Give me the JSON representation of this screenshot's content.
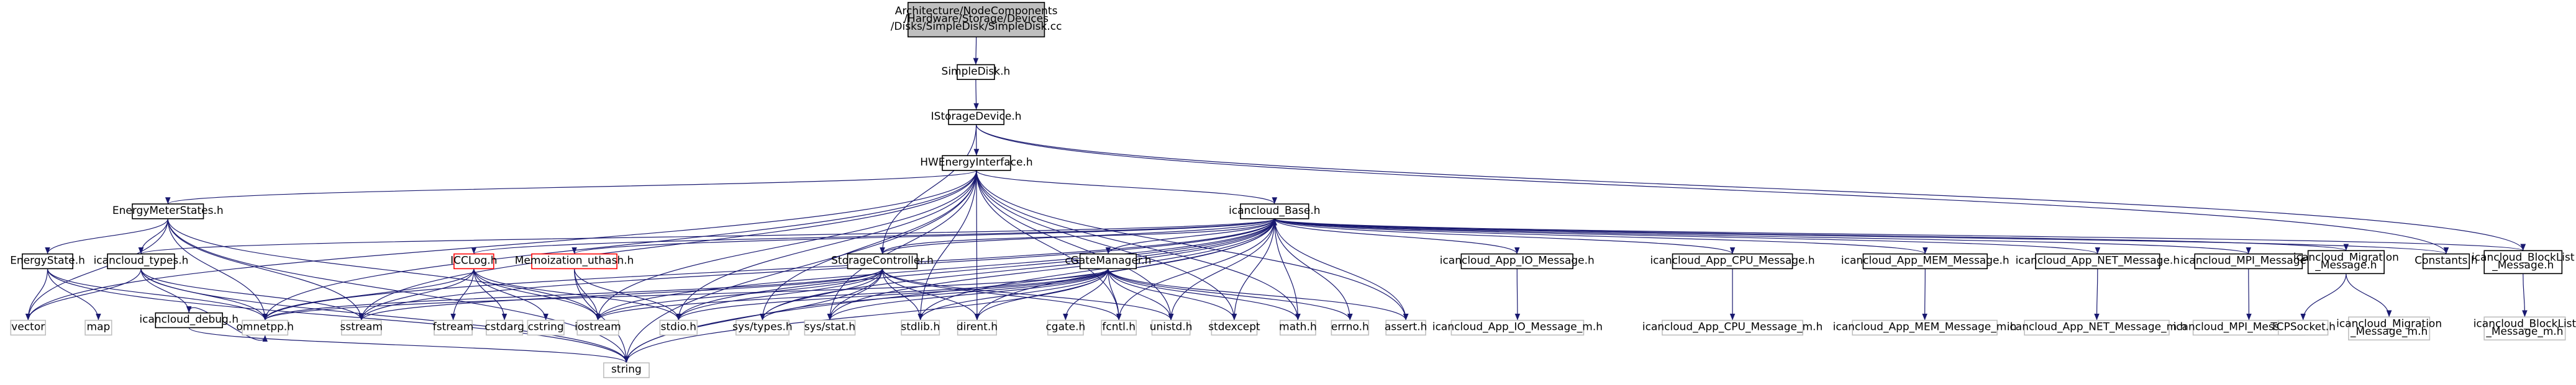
{
  "colors": {
    "edge": "#191970",
    "root_fill": "#bfbfbf",
    "node_border": "#000000",
    "system_border": "#bfbfbf",
    "missing_border": "#ff0000",
    "node_fill": "#ffffff"
  },
  "nodes": [
    {
      "id": "root",
      "label": "Architecture/NodeComponents\n/Hardware/Storage/Devices\n/Disks/SimpleDisk/SimpleDisk.cc",
      "kind": "root"
    },
    {
      "id": "simpledisk",
      "label": "SimpleDisk.h",
      "kind": "doc"
    },
    {
      "id": "istorage",
      "label": "IStorageDevice.h",
      "kind": "doc"
    },
    {
      "id": "hwenergy",
      "label": "HWEnergyInterface.h",
      "kind": "doc"
    },
    {
      "id": "energymeter",
      "label": "EnergyMeterStates.h",
      "kind": "doc"
    },
    {
      "id": "icbase",
      "label": "icancloud_Base.h",
      "kind": "doc"
    },
    {
      "id": "energystate",
      "label": "EnergyState.h",
      "kind": "doc"
    },
    {
      "id": "ictypes",
      "label": "icancloud_types.h",
      "kind": "doc"
    },
    {
      "id": "icclog",
      "label": "ICCLog.h",
      "kind": "missing"
    },
    {
      "id": "memo",
      "label": "Memoization_uthash.h",
      "kind": "missing"
    },
    {
      "id": "storagectrl",
      "label": "StorageController.h",
      "kind": "doc"
    },
    {
      "id": "cgatemgr",
      "label": "cGateManager.h",
      "kind": "doc"
    },
    {
      "id": "icio",
      "label": "icancloud_App_IO_Message.h",
      "kind": "doc"
    },
    {
      "id": "iccpu",
      "label": "icancloud_App_CPU_Message.h",
      "kind": "doc"
    },
    {
      "id": "icmem",
      "label": "icancloud_App_MEM_Message.h",
      "kind": "doc"
    },
    {
      "id": "icnet",
      "label": "icancloud_App_NET_Message.h",
      "kind": "doc"
    },
    {
      "id": "icmpi",
      "label": "icancloud_MPI_Message.h",
      "kind": "doc"
    },
    {
      "id": "icmig",
      "label": "icancloud_Migration\n_Message.h",
      "kind": "doc"
    },
    {
      "id": "constants",
      "label": "Constants.h",
      "kind": "doc"
    },
    {
      "id": "icblock",
      "label": "icancloud_BlockList\n_Message.h",
      "kind": "doc"
    },
    {
      "id": "icdebug",
      "label": "icancloud_debug.h",
      "kind": "doc"
    },
    {
      "id": "vector",
      "label": "vector",
      "kind": "sys"
    },
    {
      "id": "map",
      "label": "map",
      "kind": "sys"
    },
    {
      "id": "omnetpp",
      "label": "omnetpp.h",
      "kind": "sys"
    },
    {
      "id": "sstream",
      "label": "sstream",
      "kind": "sys"
    },
    {
      "id": "fstream",
      "label": "fstream",
      "kind": "sys"
    },
    {
      "id": "cstdarg",
      "label": "cstdarg",
      "kind": "sys"
    },
    {
      "id": "cstring",
      "label": "cstring",
      "kind": "sys"
    },
    {
      "id": "iostream",
      "label": "iostream",
      "kind": "sys"
    },
    {
      "id": "stdioh",
      "label": "stdio.h",
      "kind": "sys"
    },
    {
      "id": "systypes",
      "label": "sys/types.h",
      "kind": "sys"
    },
    {
      "id": "sysstat",
      "label": "sys/stat.h",
      "kind": "sys"
    },
    {
      "id": "stdlibh",
      "label": "stdlib.h",
      "kind": "sys"
    },
    {
      "id": "direnth",
      "label": "dirent.h",
      "kind": "sys"
    },
    {
      "id": "cgateh",
      "label": "cgate.h",
      "kind": "sys"
    },
    {
      "id": "fcntlh",
      "label": "fcntl.h",
      "kind": "sys"
    },
    {
      "id": "unistdh",
      "label": "unistd.h",
      "kind": "sys"
    },
    {
      "id": "stdexcept",
      "label": "stdexcept",
      "kind": "sys"
    },
    {
      "id": "mathh",
      "label": "math.h",
      "kind": "sys"
    },
    {
      "id": "errnoh",
      "label": "errno.h",
      "kind": "sys"
    },
    {
      "id": "asserth",
      "label": "assert.h",
      "kind": "sys"
    },
    {
      "id": "iciom",
      "label": "icancloud_App_IO_Message_m.h",
      "kind": "sys"
    },
    {
      "id": "iccpum",
      "label": "icancloud_App_CPU_Message_m.h",
      "kind": "sys"
    },
    {
      "id": "icmemm",
      "label": "icancloud_App_MEM_Message_m.h",
      "kind": "sys"
    },
    {
      "id": "icnetm",
      "label": "icancloud_App_NET_Message_m.h",
      "kind": "sys"
    },
    {
      "id": "icmpim",
      "label": "icancloud_MPI_Message_m.h",
      "kind": "sys"
    },
    {
      "id": "tcpsocket",
      "label": "TCPSocket.h",
      "kind": "sys"
    },
    {
      "id": "icmigm",
      "label": "icancloud_Migration\n_Message_m.h",
      "kind": "sys"
    },
    {
      "id": "icblockm",
      "label": "icancloud_BlockList\n_Message_m.h",
      "kind": "sys"
    },
    {
      "id": "string",
      "label": "string",
      "kind": "sys"
    }
  ],
  "edges": [
    [
      "root",
      "simpledisk"
    ],
    [
      "simpledisk",
      "istorage"
    ],
    [
      "istorage",
      "hwenergy"
    ],
    [
      "istorage",
      "storagectrl"
    ],
    [
      "istorage",
      "constants"
    ],
    [
      "istorage",
      "icblock"
    ],
    [
      "hwenergy",
      "energymeter"
    ],
    [
      "hwenergy",
      "icbase"
    ],
    [
      "hwenergy",
      "omnetpp"
    ],
    [
      "hwenergy",
      "sstream"
    ],
    [
      "hwenergy",
      "iostream"
    ],
    [
      "hwenergy",
      "stdioh"
    ],
    [
      "hwenergy",
      "systypes"
    ],
    [
      "hwenergy",
      "sysstat"
    ],
    [
      "hwenergy",
      "stdlibh"
    ],
    [
      "hwenergy",
      "direnth"
    ],
    [
      "hwenergy",
      "fcntlh"
    ],
    [
      "hwenergy",
      "unistdh"
    ],
    [
      "hwenergy",
      "stdexcept"
    ],
    [
      "hwenergy",
      "mathh"
    ],
    [
      "hwenergy",
      "asserth"
    ],
    [
      "hwenergy",
      "string"
    ],
    [
      "hwenergy",
      "vector"
    ],
    [
      "energymeter",
      "energystate"
    ],
    [
      "energymeter",
      "ictypes"
    ],
    [
      "energymeter",
      "vector"
    ],
    [
      "energymeter",
      "omnetpp"
    ],
    [
      "energymeter",
      "sstream"
    ],
    [
      "energymeter",
      "iostream"
    ],
    [
      "energymeter",
      "string"
    ],
    [
      "energystate",
      "vector"
    ],
    [
      "energystate",
      "map"
    ],
    [
      "energystate",
      "omnetpp"
    ],
    [
      "energystate",
      "string"
    ],
    [
      "ictypes",
      "icdebug"
    ],
    [
      "ictypes",
      "vector"
    ],
    [
      "ictypes",
      "omnetpp"
    ],
    [
      "ictypes",
      "sstream"
    ],
    [
      "ictypes",
      "string"
    ],
    [
      "icdebug",
      "omnetpp"
    ],
    [
      "icdebug",
      "string"
    ],
    [
      "icbase",
      "ictypes"
    ],
    [
      "icbase",
      "icclog"
    ],
    [
      "icbase",
      "memo"
    ],
    [
      "icbase",
      "storagectrl"
    ],
    [
      "icbase",
      "cgatemgr"
    ],
    [
      "icbase",
      "icio"
    ],
    [
      "icbase",
      "iccpu"
    ],
    [
      "icbase",
      "icmem"
    ],
    [
      "icbase",
      "icnet"
    ],
    [
      "icbase",
      "icmpi"
    ],
    [
      "icbase",
      "icmig"
    ],
    [
      "icbase",
      "constants"
    ],
    [
      "icbase",
      "icblock"
    ],
    [
      "icbase",
      "omnetpp"
    ],
    [
      "icbase",
      "sstream"
    ],
    [
      "icbase",
      "iostream"
    ],
    [
      "icbase",
      "stdioh"
    ],
    [
      "icbase",
      "systypes"
    ],
    [
      "icbase",
      "sysstat"
    ],
    [
      "icbase",
      "stdlibh"
    ],
    [
      "icbase",
      "direnth"
    ],
    [
      "icbase",
      "fcntlh"
    ],
    [
      "icbase",
      "unistdh"
    ],
    [
      "icbase",
      "stdexcept"
    ],
    [
      "icbase",
      "mathh"
    ],
    [
      "icbase",
      "errnoh"
    ],
    [
      "icbase",
      "asserth"
    ],
    [
      "icbase",
      "string"
    ],
    [
      "icclog",
      "fstream"
    ],
    [
      "icclog",
      "cstdarg"
    ],
    [
      "icclog",
      "cstring"
    ],
    [
      "icclog",
      "iostream"
    ],
    [
      "icclog",
      "sstream"
    ],
    [
      "icclog",
      "stdioh"
    ],
    [
      "icclog",
      "omnetpp"
    ],
    [
      "memo",
      "stdioh"
    ],
    [
      "memo",
      "iostream"
    ],
    [
      "memo",
      "string"
    ],
    [
      "storagectrl",
      "icbase"
    ],
    [
      "storagectrl",
      "omnetpp"
    ],
    [
      "storagectrl",
      "sstream"
    ],
    [
      "storagectrl",
      "iostream"
    ],
    [
      "storagectrl",
      "stdioh"
    ],
    [
      "storagectrl",
      "systypes"
    ],
    [
      "storagectrl",
      "sysstat"
    ],
    [
      "storagectrl",
      "stdlibh"
    ],
    [
      "storagectrl",
      "direnth"
    ],
    [
      "storagectrl",
      "fcntlh"
    ],
    [
      "storagectrl",
      "unistdh"
    ],
    [
      "storagectrl",
      "string"
    ],
    [
      "cgatemgr",
      "cgateh"
    ],
    [
      "cgatemgr",
      "omnetpp"
    ],
    [
      "cgatemgr",
      "iostream"
    ],
    [
      "cgatemgr",
      "stdioh"
    ],
    [
      "cgatemgr",
      "systypes"
    ],
    [
      "cgatemgr",
      "sysstat"
    ],
    [
      "cgatemgr",
      "stdlibh"
    ],
    [
      "cgatemgr",
      "direnth"
    ],
    [
      "cgatemgr",
      "fcntlh"
    ],
    [
      "cgatemgr",
      "unistdh"
    ],
    [
      "cgatemgr",
      "stdexcept"
    ],
    [
      "cgatemgr",
      "mathh"
    ],
    [
      "cgatemgr",
      "errnoh"
    ],
    [
      "cgatemgr",
      "asserth"
    ],
    [
      "cgatemgr",
      "string"
    ],
    [
      "icio",
      "iciom"
    ],
    [
      "iccpu",
      "iccpum"
    ],
    [
      "icmem",
      "icmemm"
    ],
    [
      "icnet",
      "icnetm"
    ],
    [
      "icmpi",
      "icmpim"
    ],
    [
      "icmig",
      "tcpsocket"
    ],
    [
      "icmig",
      "icmigm"
    ],
    [
      "icblock",
      "icblockm"
    ]
  ]
}
